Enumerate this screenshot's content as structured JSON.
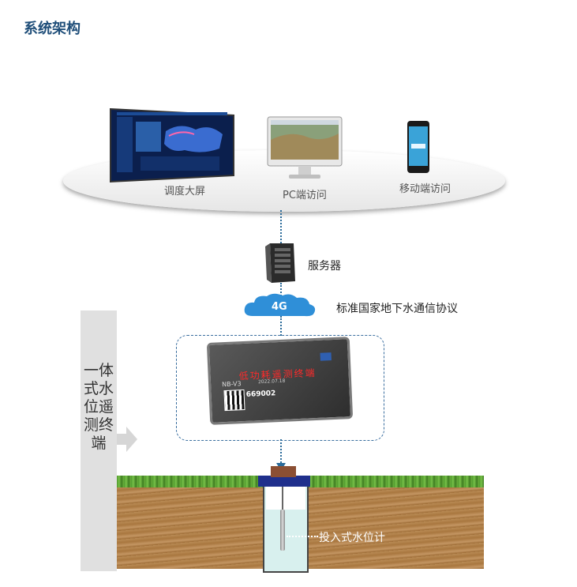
{
  "header": {
    "title": "系统架构"
  },
  "clients": {
    "big_screen_label": "调度大屏",
    "pc_label": "PC端访问",
    "mobile_label": "移动端访问"
  },
  "server": {
    "label": "服务器"
  },
  "network": {
    "badge": "4G",
    "protocol_label": "标准国家地下水通信协议"
  },
  "terminal": {
    "side_label": "一体式水位遥测终端",
    "device_text": "低功耗遥测终端",
    "model": "NB-V3",
    "serial": "669002",
    "date": "2022.07.18"
  },
  "sensor": {
    "label": "投入式水位计"
  },
  "colors": {
    "title": "#1f4e79",
    "connector": "#2b6b9a",
    "cloud": "#2f8fd8",
    "device_text": "#ff2a2a"
  }
}
